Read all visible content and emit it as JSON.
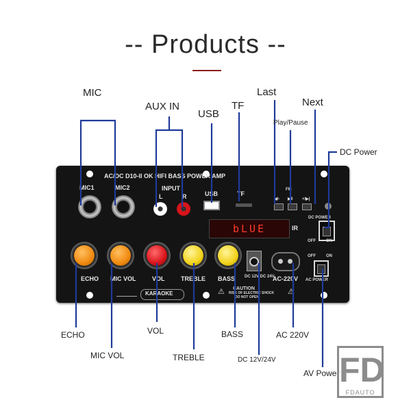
{
  "title": "-- Products --",
  "callouts": {
    "mic": "MIC",
    "aux_in": "AUX IN",
    "usb": "USB",
    "tf": "TF",
    "last": "Last",
    "play_pause": "Play/Pause",
    "next": "Next",
    "dc_power": "DC Power",
    "echo": "ECHO",
    "mic_vol": "MIC VOL",
    "vol": "VOL",
    "treble": "TREBLE",
    "bass": "BASS",
    "dc_12v_24v": "DC 12V/24V",
    "ac_220v": "AC 220V",
    "av_power": "AV Power"
  },
  "board": {
    "header": "AC/DC D10-II OK HIFI   BASS POWER AMP",
    "mic1": "MIC1",
    "mic2": "MIC2",
    "input": "INPUT",
    "left": "L",
    "right": "R",
    "usb": "USB",
    "tf": "TF",
    "prev": "◀/-",
    "play": "▶‖",
    "next": "+/▶|",
    "fm": "FM",
    "display": "bLUE",
    "ir": "IR",
    "dc_power": "DC POWER",
    "off": "OFF",
    "on": "ON",
    "off2": "OFF",
    "on2": "ON",
    "echo": "ECHO",
    "mic_vol": "MIC VOL",
    "vol": "VOL",
    "treble": "TREBLE",
    "bass": "BASS",
    "dc_label": "DC 12V DC 24V",
    "ac_220v": "AC-220V",
    "ac_power": "AC POWER",
    "karaoke": "KARAOKE",
    "caution": "CAUTION",
    "caution_sub1": "RISK OF ELECTRIC SHOCK",
    "caution_sub2": "DO NOT OPEN"
  },
  "watermark": {
    "logo": "FD",
    "brand": "FDAUTO"
  },
  "colors": {
    "board": "#141414",
    "pointer": "#1f3a9a",
    "knob_orange": "#f08a10",
    "knob_red": "#d8141b",
    "knob_yellow": "#f2d21b",
    "display": "#ff3b2b"
  }
}
